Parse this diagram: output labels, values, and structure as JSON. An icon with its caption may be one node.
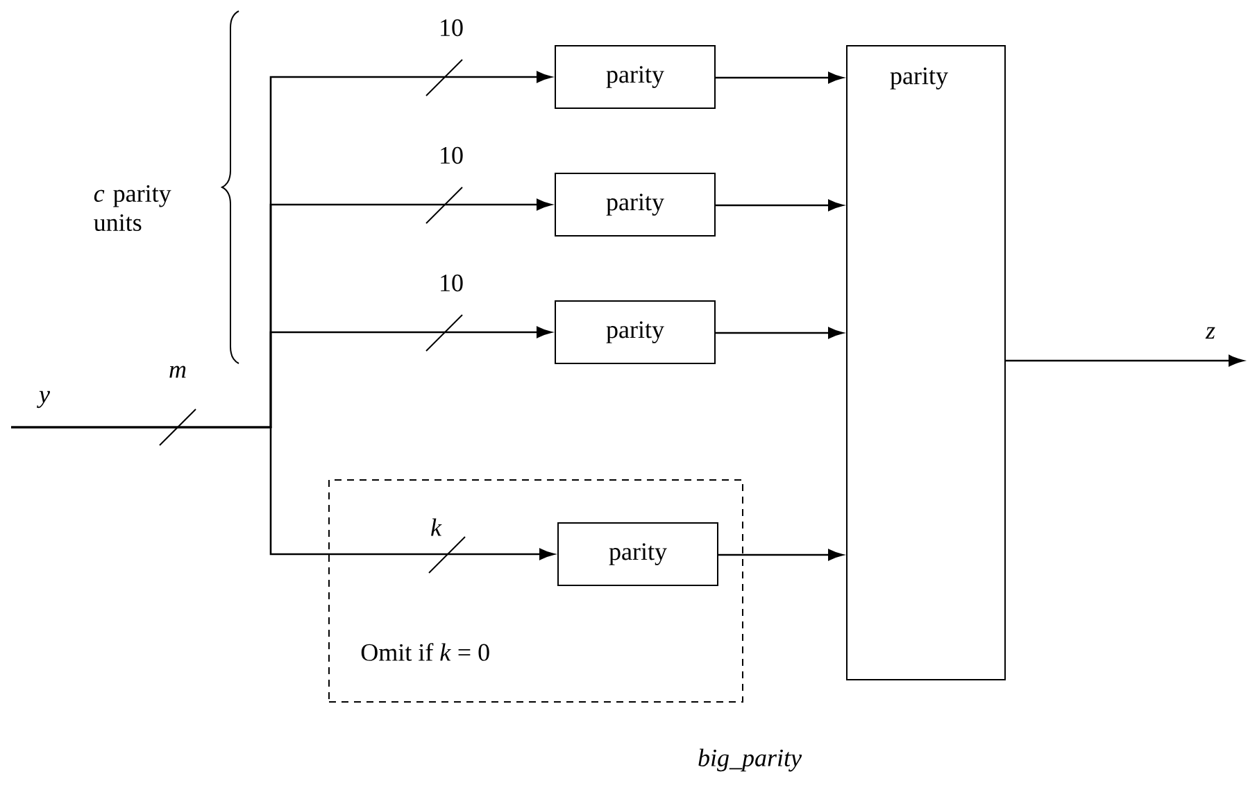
{
  "diagram": {
    "caption": "big_parity",
    "nodes": [
      {
        "text": [
          "parity"
        ]
      },
      {
        "text": [
          "parity"
        ]
      },
      {
        "text": [
          "parity"
        ]
      },
      {
        "text": [
          "Omit if *k* = 0"
        ]
      },
      {
        "text": [
          "parity"
        ],
        "in": 3
      },
      {
        "text": [
          "parity"
        ]
      }
    ],
    "edges": [
      {
        "from": null,
        "to": 0,
        "arrow": "to",
        "label": "10"
      },
      {
        "from": null,
        "to": 1,
        "arrow": "to",
        "label": "10"
      },
      {
        "from": null,
        "to": 2,
        "arrow": "to",
        "label": "10"
      },
      {
        "from": null,
        "to": 4,
        "arrow": "to",
        "label": "k"
      },
      {
        "from": 0,
        "to": 5,
        "arrow": "to"
      },
      {
        "from": 1,
        "to": 5,
        "arrow": "to"
      },
      {
        "from": 2,
        "to": 5,
        "arrow": "to"
      },
      {
        "from": 4,
        "to": 5,
        "arrow": "to"
      },
      {
        "from": 5,
        "to": null,
        "arrow": "to",
        "label": "z"
      }
    ],
    "labels": [
      "*c* parity units",
      "y",
      "m"
    ]
  }
}
